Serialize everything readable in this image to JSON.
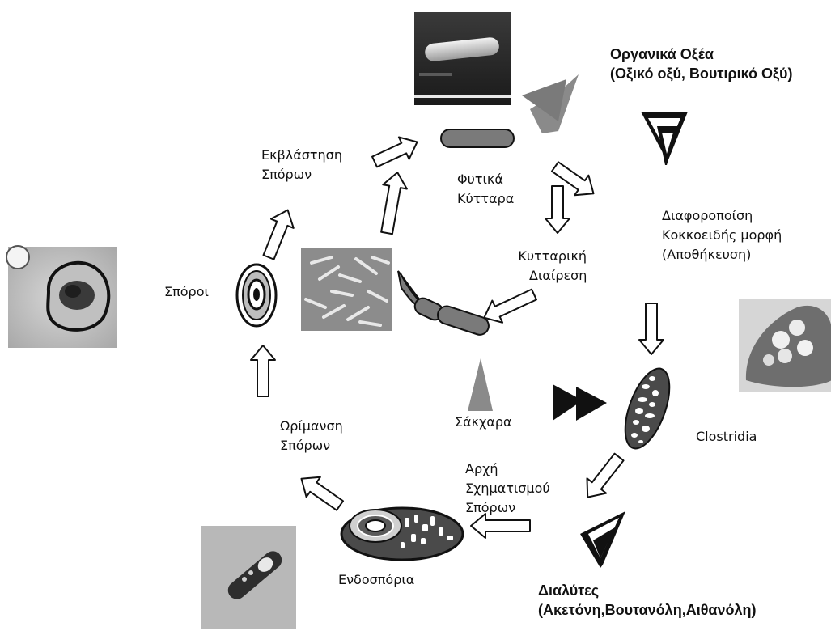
{
  "diagram": {
    "labels": {
      "organic_acids": {
        "title": "Οργανικά Οξέα",
        "detail": "(Οξικό οξύ, Βουτιρικό Οξύ)"
      },
      "germination": {
        "line1": "Εκβλάστηση",
        "line2": "Σπόρων"
      },
      "vegetative_cells": {
        "line1": "Φυτικά",
        "line2": "Κύτταρα"
      },
      "differentiation": {
        "line1": "Διαφοροποίση",
        "line2": "Κοκκοειδής μορφή",
        "line3": "(Αποθήκευση)"
      },
      "cell_division": {
        "line1": "Κυτταρική",
        "line2": "Διαίρεση"
      },
      "spores": "Σπόροι",
      "sugars": "Σάκχαρα",
      "clostridia": "Clostridia",
      "spore_maturation": {
        "line1": "Ωρίμανση",
        "line2": "Σπόρων"
      },
      "sporulation_start": {
        "line1": "Αρχή",
        "line2": "Σχηματισμού",
        "line3": "Σπόρων"
      },
      "endospore": "Ενδοσπόρια",
      "solvents": {
        "title": "Διαλύτες",
        "detail": "(Ακετόνη,Βουτανόλη,Αιθανόλη)"
      }
    },
    "colors": {
      "gray_arrow": "#8a8a8a",
      "black_arrow": "#000000",
      "cell_fill": "#7a7a7a",
      "outline_arrow": "#111111"
    }
  }
}
